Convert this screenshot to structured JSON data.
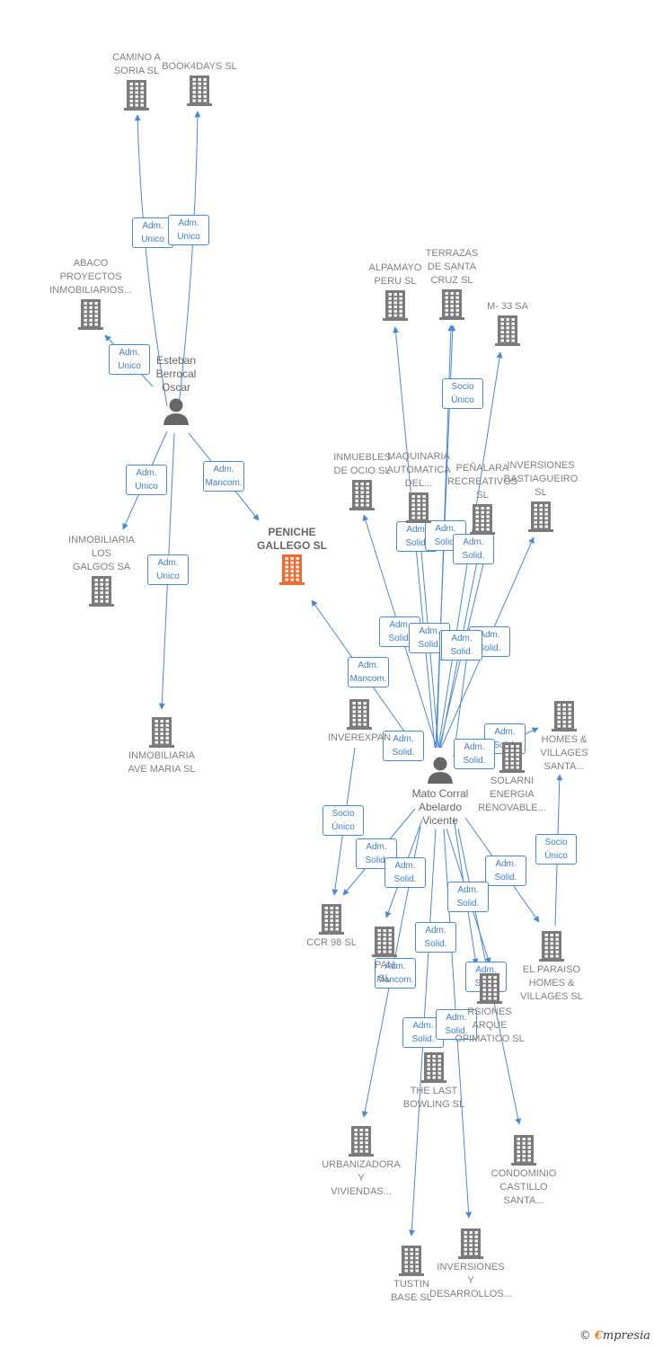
{
  "colors": {
    "edge": "#4a88d8",
    "building": "#7b7b7b",
    "main_building": "#f26a30",
    "person": "#666666"
  },
  "nodes": [
    {
      "id": "camino",
      "type": "company",
      "label": "CAMINO A\nSORIA  SL"
    },
    {
      "id": "book4",
      "type": "company",
      "label": "BOOK4DAYS SL"
    },
    {
      "id": "abaco",
      "type": "company",
      "label": "ABACO\nPROYECTOS\nINMOBILIARIOS..."
    },
    {
      "id": "esteban",
      "type": "person",
      "label": "Esteban\nBerrocal\nOscar"
    },
    {
      "id": "inm_galgos",
      "type": "company",
      "label": "INMOBILIARIA\nLOS\nGALGOS SA"
    },
    {
      "id": "peniche",
      "type": "main",
      "label": "PENICHE\nGALLEGO  SL"
    },
    {
      "id": "inm_ave",
      "type": "company",
      "label": "INMOBILIARIA\nAVE MARIA SL"
    },
    {
      "id": "alpamayo",
      "type": "company",
      "label": "ALPAMAYO\nPERU  SL"
    },
    {
      "id": "terrazas",
      "type": "company",
      "label": "TERRAZAS\nDE SANTA\nCRUZ  SL"
    },
    {
      "id": "m33",
      "type": "company",
      "label": "M- 33 SA"
    },
    {
      "id": "inmuebles",
      "type": "company",
      "label": "INMUEBLES\nDE OCIO SL"
    },
    {
      "id": "maquinaria",
      "type": "company",
      "label": "MAQUINARIA\nAUTOMATICA\nDEL..."
    },
    {
      "id": "penalara",
      "type": "company",
      "label": "PEÑALARA\nRECREATIVOS\nSL"
    },
    {
      "id": "inv_bast",
      "type": "company",
      "label": "INVERSIONES\nBASTIAGUEIRO\nSL"
    },
    {
      "id": "inverexpan",
      "type": "company",
      "label": "INVEREXPAN"
    },
    {
      "id": "homes_santa",
      "type": "company",
      "label": "HOMES &\nVILLAGES\nSANTA..."
    },
    {
      "id": "solarni",
      "type": "company",
      "label": "SOLARNI\nENERGIA\nRENOVABLE..."
    },
    {
      "id": "mato",
      "type": "person",
      "label": "Mato Corral\nAbelardo\nVicente"
    },
    {
      "id": "ccr98",
      "type": "company",
      "label": "CCR 98 SL"
    },
    {
      "id": "pan",
      "type": "company",
      "label": "PAN\nSL"
    },
    {
      "id": "el_paraiso",
      "type": "company",
      "label": "EL PARAISO\nHOMES &\nVILLAGES  SL"
    },
    {
      "id": "inv_parque",
      "type": "company",
      "label": "RSIONES\nARQUE\nOPIMATICO SL"
    },
    {
      "id": "last_bowling",
      "type": "company",
      "label": "THE LAST\nBOWLING  SL"
    },
    {
      "id": "urbanizadora",
      "type": "company",
      "label": "URBANIZADORA\nY\nVIVIENDAS..."
    },
    {
      "id": "condominio",
      "type": "company",
      "label": "CONDOMINIO\nCASTILLO\nSANTA..."
    },
    {
      "id": "tustin",
      "type": "company",
      "label": "TUSTIN\nBASE SL"
    },
    {
      "id": "inv_desarr",
      "type": "company",
      "label": "INVERSIONES\nY\nDESARROLLOS..."
    }
  ],
  "edge_labels": [
    "Adm.\nUnico",
    "Adm.\nUnico",
    "Adm.\nUnico",
    "Adm.\nUnico",
    "Adm.\nMancom.",
    "Adm.\nUnico",
    "Socio\nÚnico",
    "Adm.\nSolid.",
    "Adm.\nSolid.",
    "Adm.\nSolid.",
    "Adm.\nSolid.",
    "Adm.\nSolid.",
    "Adm.\nSolid.",
    "Adm.\nSolid.",
    "Adm.\nSolid.",
    "Adm.\nMancom.",
    "Adm.\nSolid.",
    "Adm.\nSolid.",
    "Adm.\nSolid.",
    "Socio\nÚnico",
    "Socio\nÚnico",
    "Adm.\nSolid.",
    "Adm.\nSolid.",
    "Adm.\nSolid.",
    "Adm.\nSolid.",
    "Adm.\nSolid.",
    "Adm.\nMancom.",
    "Adm.\nSolid.",
    "Adm.\nSolid.",
    "Adm.\nSolid."
  ],
  "brand": {
    "copyright": "©",
    "initial": "€",
    "rest": "mpresia"
  }
}
